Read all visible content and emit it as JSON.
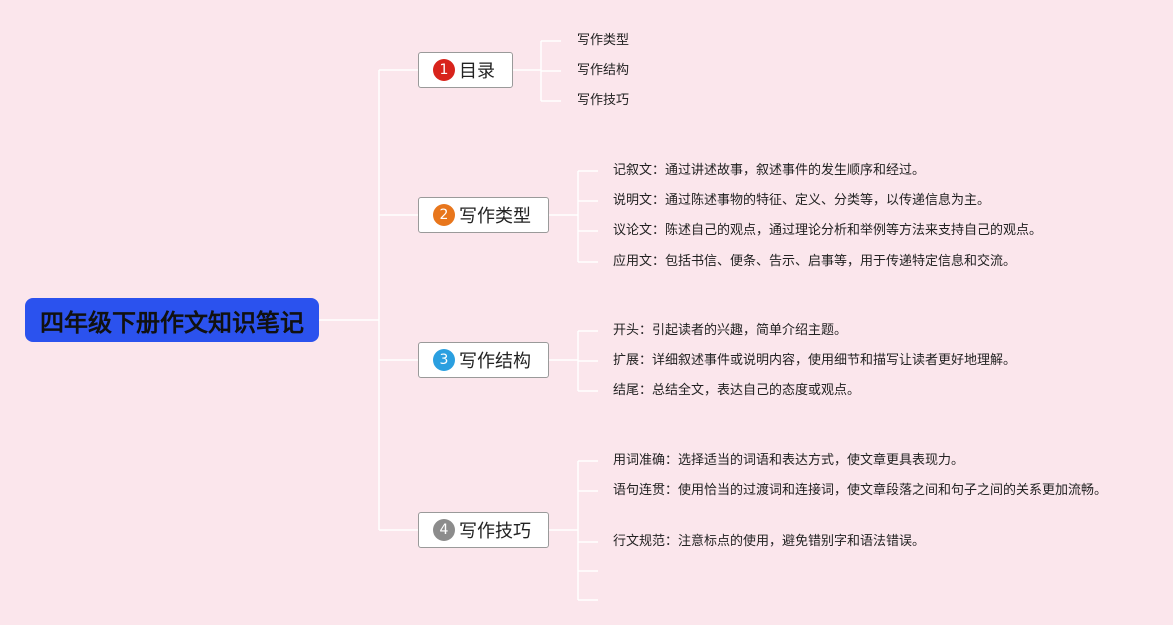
{
  "root": {
    "title": "四年级下册作文知识笔记"
  },
  "colors": {
    "background": "#fbe6ec",
    "root": "#2b52ee",
    "lines": "#ffffff",
    "badges": [
      "#d8231b",
      "#e8761c",
      "#2a9fe0",
      "#8c8c8c"
    ]
  },
  "topics": [
    {
      "number": "1",
      "label": "目录",
      "items": [
        "写作类型",
        "写作结构",
        "写作技巧"
      ]
    },
    {
      "number": "2",
      "label": "写作类型",
      "items": [
        "记叙文：通过讲述故事，叙述事件的发生顺序和经过。",
        "说明文：通过陈述事物的特征、定义、分类等，以传递信息为主。",
        "议论文：陈述自己的观点，通过理论分析和举例等方法来支持自己的观点。",
        "应用文：包括书信、便条、告示、启事等，用于传递特定信息和交流。"
      ]
    },
    {
      "number": "3",
      "label": "写作结构",
      "items": [
        "开头：引起读者的兴趣，简单介绍主题。",
        "扩展：详细叙述事件或说明内容，使用细节和描写让读者更好地理解。",
        "结尾：总结全文，表达自己的态度或观点。"
      ]
    },
    {
      "number": "4",
      "label": "写作技巧",
      "items": [
        "用词准确：选择适当的词语和表达方式，使文章更具表现力。",
        "语句连贯：使用恰当的过渡词和连接词，使文章段落之间和句子之间的关系更加流畅。",
        "行文规范：注意标点的使用，避免错别字和语法错误。",
        "",
        ""
      ]
    }
  ]
}
